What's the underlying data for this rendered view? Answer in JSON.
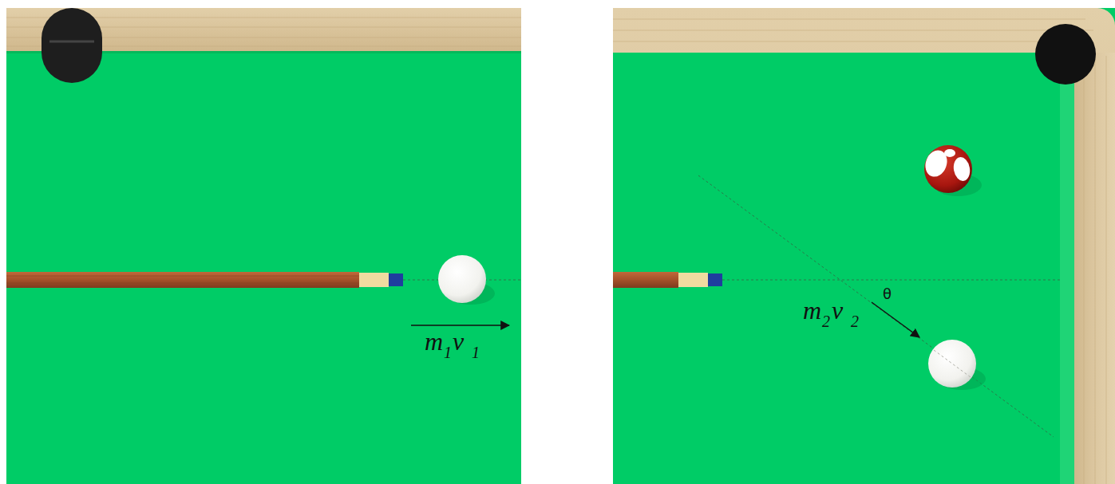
{
  "diagram": {
    "labels": [
      "m",
      "1",
      "v",
      "1",
      "m",
      "2",
      "v",
      "2",
      "θ"
    ]
  }
}
